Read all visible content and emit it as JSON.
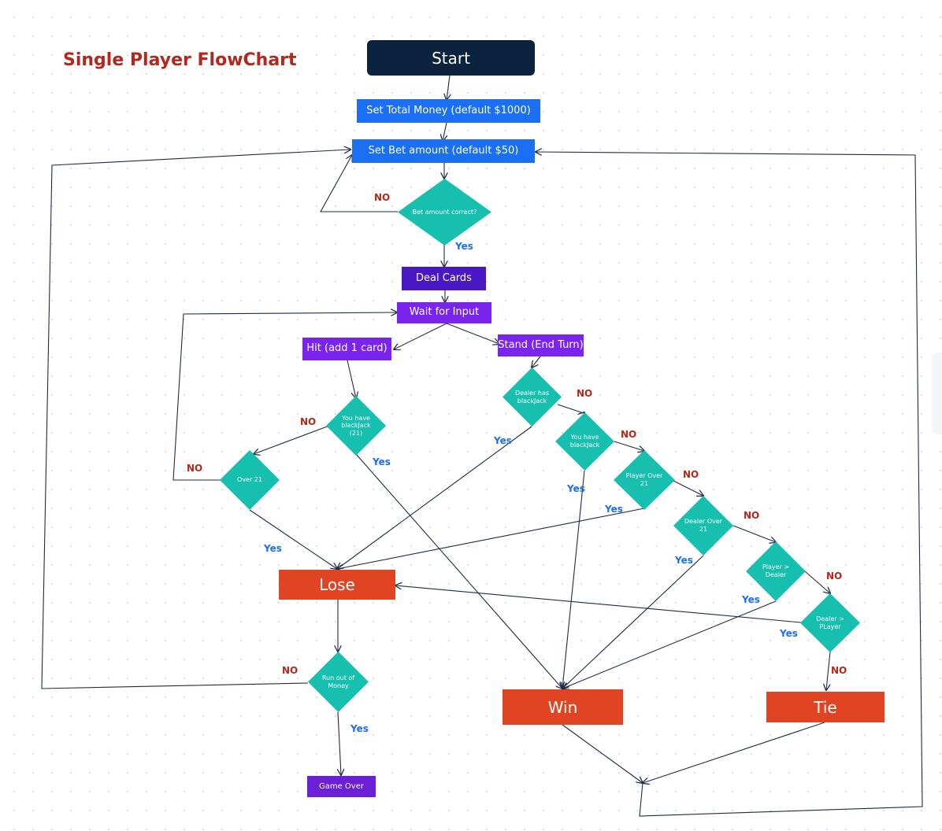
{
  "title": "Single Player FlowChart",
  "nodes": {
    "start": "Start",
    "set_total_money": "Set Total Money  (default $1000)",
    "set_bet_amount": "Set Bet amount  (default $50)",
    "bet_amount_correct": "Bet amount correct?",
    "deal_cards": "Deal Cards",
    "wait_for_input": "Wait for Input",
    "hit": "Hit (add 1 card)",
    "stand": "Stand (End Turn)",
    "you_have_blackjack_21": "You have blackJack (21)",
    "over_21": "Over 21",
    "dealer_has_blackjack": "Dealer has blackJack",
    "you_have_blackjack": "You have blackJack",
    "player_over_21": "Player Over 21",
    "dealer_over_21": "Dealer Over 21",
    "player_gt_dealer": "Player > Dealer",
    "dealer_gt_player": "Dealer > PLayer",
    "lose": "Lose",
    "win": "Win",
    "tie": "Tie",
    "run_out_of_money": "Run out of Money",
    "game_over": "Game Over"
  },
  "edge_labels": {
    "no": "NO",
    "yes": "Yes"
  },
  "colors": {
    "title": "#b5271b",
    "start": "#0c2340",
    "process_blue": "#1a6ff5",
    "deal": "#4a17c4",
    "action_purple": "#7a24ee",
    "decision": "#16bfae",
    "outcome": "#e04422",
    "line": "#1f2a44",
    "label_no": "#b5271b",
    "label_yes": "#1a6ff5"
  }
}
